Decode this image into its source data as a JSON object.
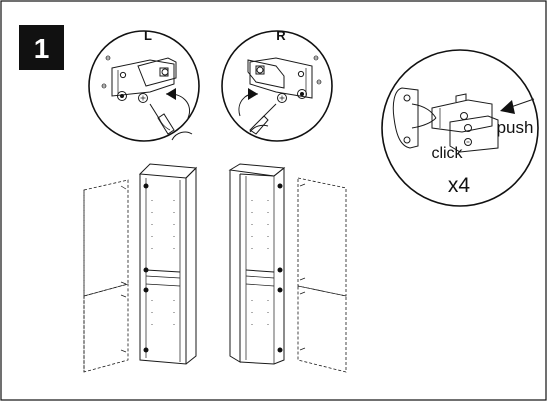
{
  "step": {
    "number": "1",
    "background": "#111111",
    "text_color": "#ffffff"
  },
  "detail_left": {
    "label": "L",
    "tool": "screwdriver-icon",
    "rotation": "counterclockwise-arrow-icon"
  },
  "detail_right": {
    "label": "R",
    "tool": "screwdriver-icon",
    "rotation": "clockwise-arrow-icon"
  },
  "hinge_detail": {
    "push_label": "push",
    "click_label": "click",
    "quantity_label": "x4"
  },
  "colors": {
    "frame": "#111111",
    "line": "#1a1a1a",
    "background": "#ffffff"
  }
}
